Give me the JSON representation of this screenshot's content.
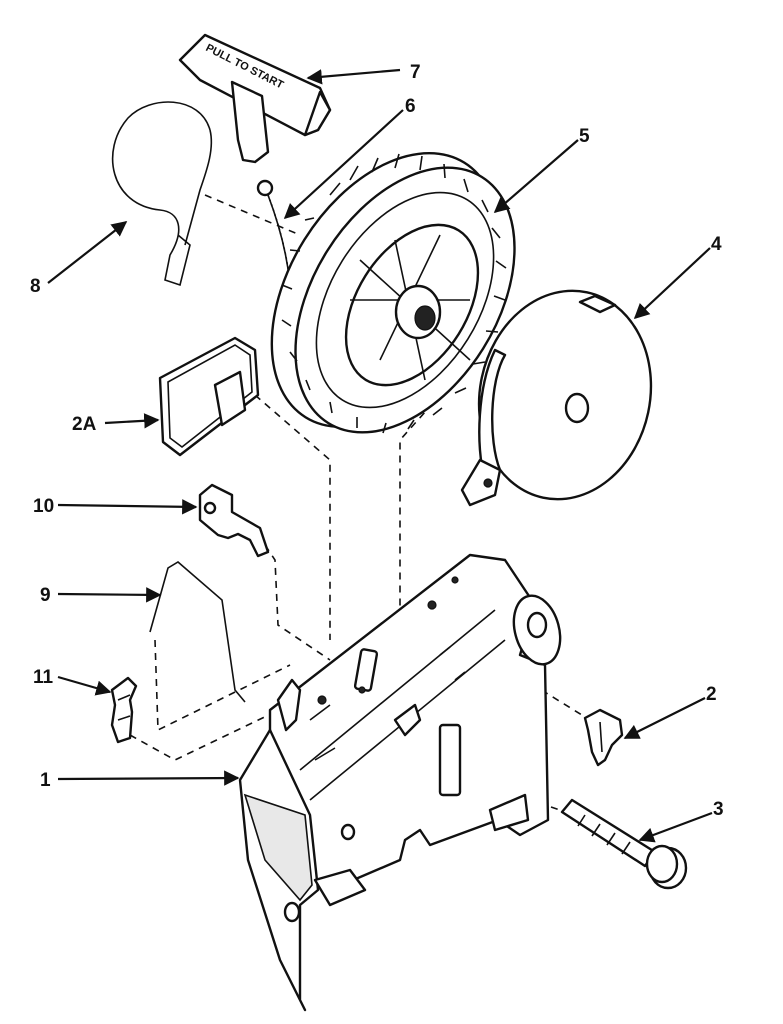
{
  "handle_text": "PULL TO START",
  "callouts": {
    "c1": "1",
    "c2": "2",
    "c2a": "2A",
    "c3": "3",
    "c4": "4",
    "c5": "5",
    "c6": "6",
    "c7": "7",
    "c8": "8",
    "c9": "9",
    "c10": "10",
    "c11": "11"
  },
  "colors": {
    "ink": "#111111",
    "background": "#ffffff"
  }
}
